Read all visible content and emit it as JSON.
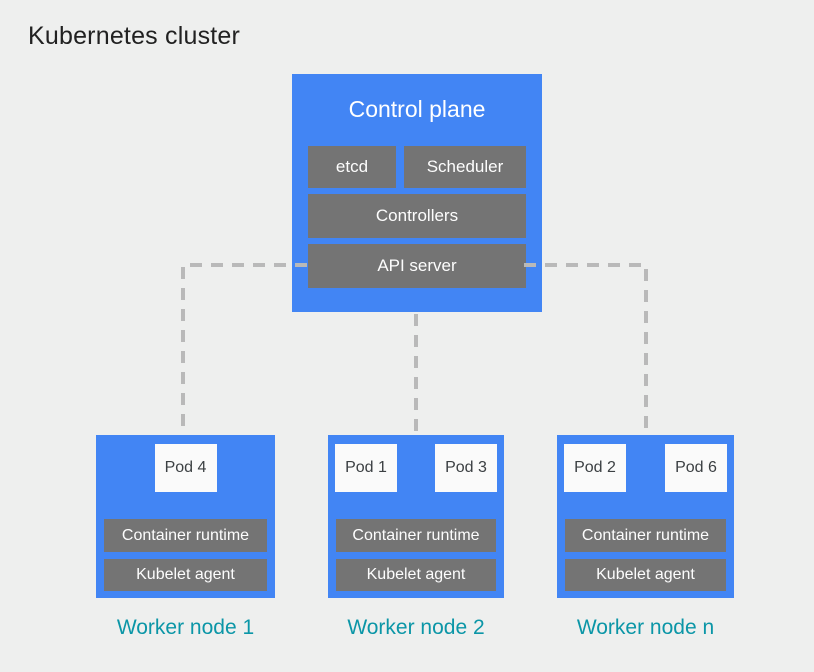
{
  "title": "Kubernetes cluster",
  "colors": {
    "background": "#eeefee",
    "node_blue": "#4285f4",
    "component_gray": "#747474",
    "pod_white": "#fafafa",
    "worker_label_teal": "#0b96a7",
    "connector_gray": "#b9b9b9",
    "title_text": "#212121"
  },
  "control_plane": {
    "label": "Control plane",
    "components": {
      "etcd": "etcd",
      "scheduler": "Scheduler",
      "controllers": "Controllers",
      "api_server": "API server"
    }
  },
  "worker_nodes": [
    {
      "label": "Worker node 1",
      "pods": [
        "Pod 4"
      ],
      "components": {
        "runtime": "Container runtime",
        "kubelet": "Kubelet agent"
      }
    },
    {
      "label": "Worker node 2",
      "pods": [
        "Pod 1",
        "Pod 3"
      ],
      "components": {
        "runtime": "Container runtime",
        "kubelet": "Kubelet agent"
      }
    },
    {
      "label": "Worker node n",
      "pods": [
        "Pod 2",
        "Pod 6"
      ],
      "components": {
        "runtime": "Container runtime",
        "kubelet": "Kubelet agent"
      }
    }
  ]
}
